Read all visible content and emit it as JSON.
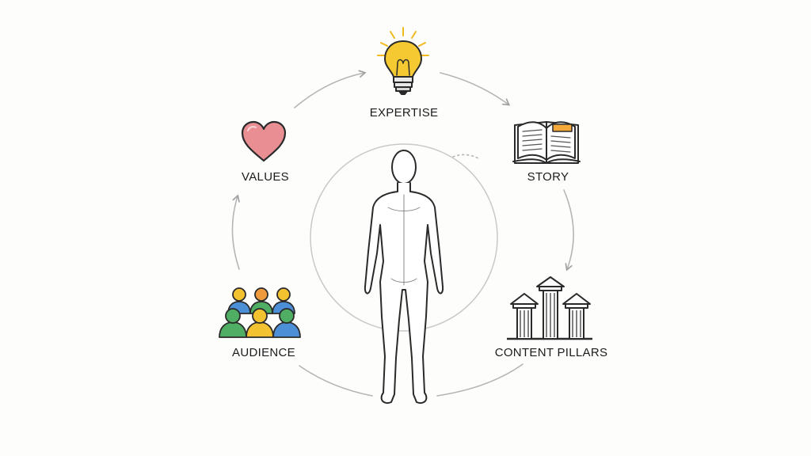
{
  "labels": {
    "expertise": "EXPERTISE",
    "story": "STORY",
    "values": "VALUES",
    "audience": "AUDIENCE",
    "content_pillars": "CONTENT PILLARS"
  },
  "icons": {
    "expertise": "lightbulb-icon",
    "story": "open-book-icon",
    "values": "heart-icon",
    "audience": "people-group-icon",
    "content_pillars": "pillars-icon",
    "center": "human-figure"
  },
  "colors": {
    "background": "#fdfdfc",
    "sketch_line": "#2a2a2a",
    "cycle_arrows": "#b5b5b5",
    "bulb": "#f5c932",
    "heart": "#e98f94",
    "book_highlight": "#f4a93a",
    "audience_blue": "#4d8fd6",
    "audience_green": "#4fae63",
    "audience_yellow": "#f2c230",
    "audience_orange": "#ee9a3d"
  }
}
